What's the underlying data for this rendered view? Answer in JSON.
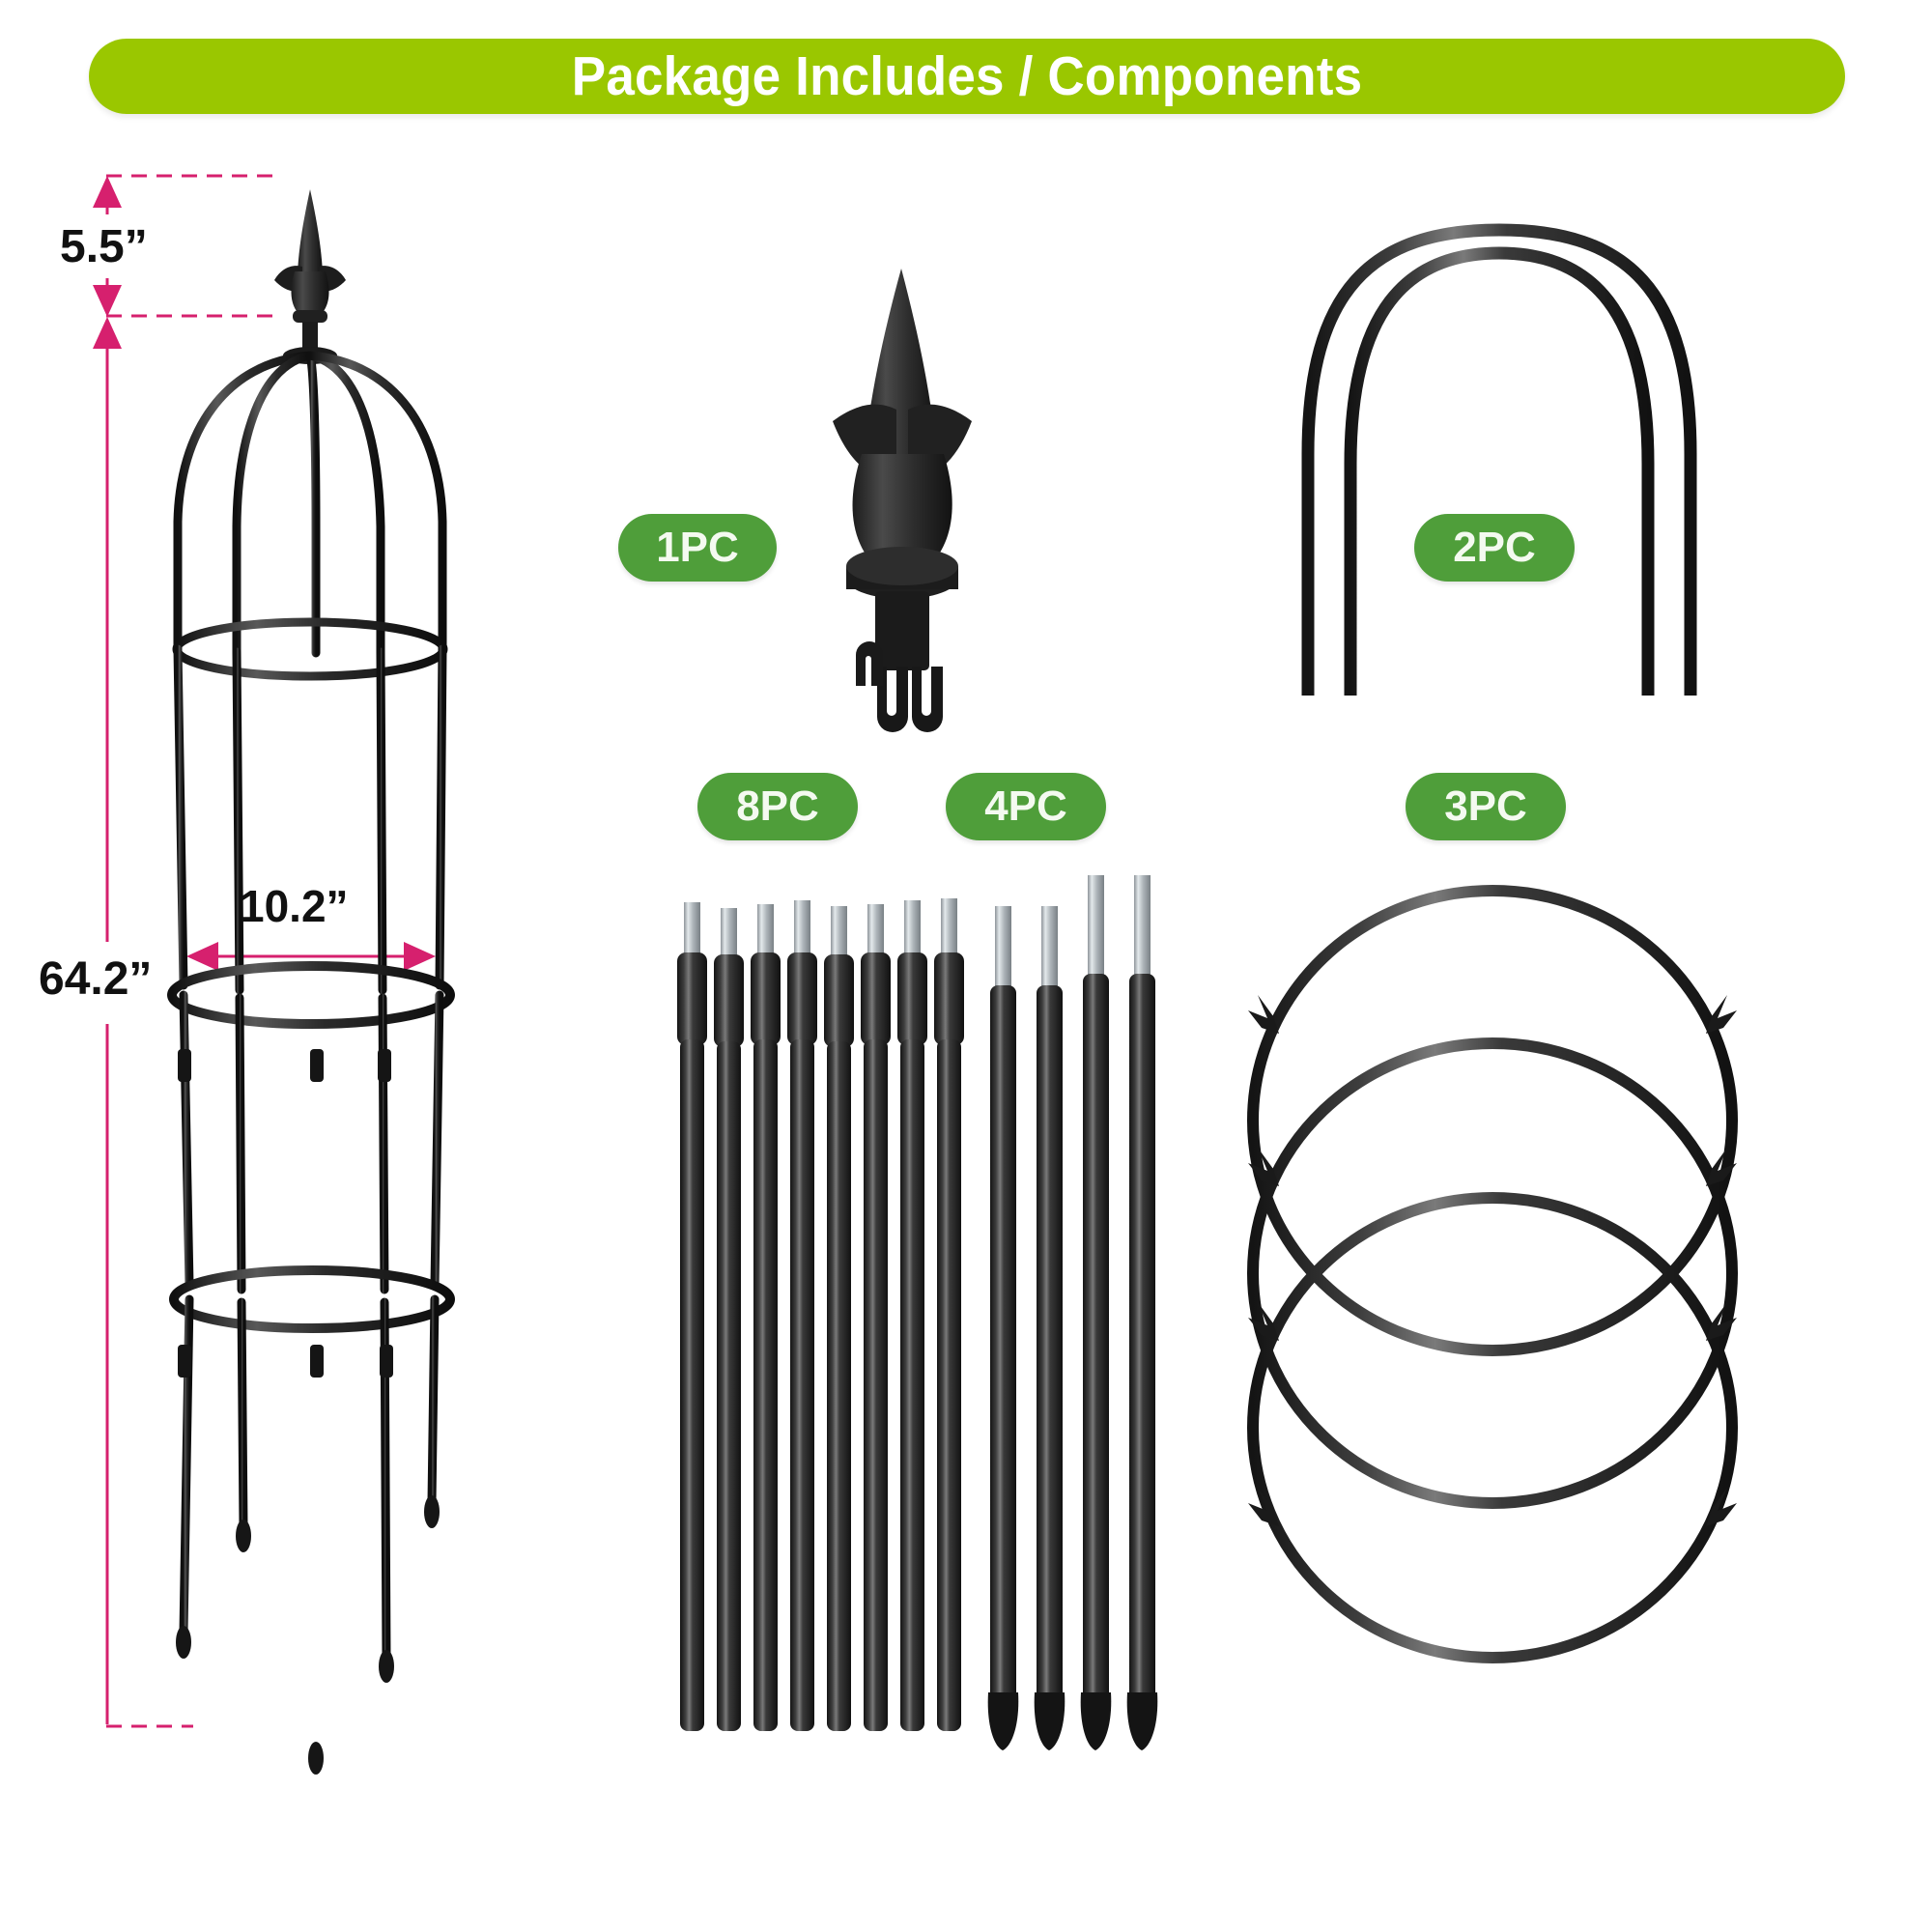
{
  "header": {
    "title": "Package Includes / Components",
    "background_color": "#9ac700",
    "text_color": "#ffffff"
  },
  "badge_style": {
    "background_color": "#4f9e3a",
    "text_color": "#f4faf0"
  },
  "dimensions": {
    "finial_height": "5.5”",
    "total_height": "64.2”",
    "diameter": "10.2”",
    "line_color": "#d6206e"
  },
  "components": [
    {
      "id": "assembled-obelisk",
      "name": "Assembled garden obelisk trellis",
      "quantity_label": null
    },
    {
      "id": "finial",
      "name": "Decorative fleur-de-lis finial top",
      "quantity_label": "1PC"
    },
    {
      "id": "arch-rods",
      "name": "Curved arch top rods",
      "quantity_label": "2PC"
    },
    {
      "id": "long-rods",
      "name": "Long straight tube rods",
      "quantity_label": "8PC"
    },
    {
      "id": "stake-rods",
      "name": "Pointed ground stake rods",
      "quantity_label": "4PC"
    },
    {
      "id": "support-rings",
      "name": "Support rings with clips",
      "quantity_label": "3PC"
    }
  ],
  "colors": {
    "metal_black": "#1a1a1a",
    "metal_dark": "#2b2b2b",
    "metal_highlight": "#6e6e6e",
    "silver_tip": "#c3c8cc",
    "background": "#ffffff"
  }
}
